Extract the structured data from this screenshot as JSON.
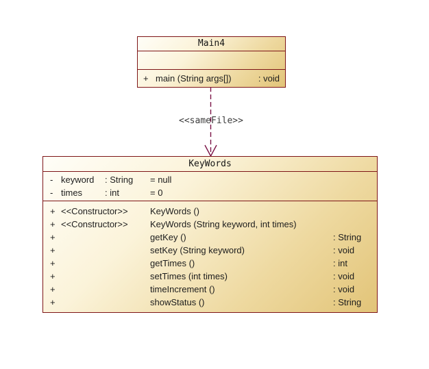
{
  "colors": {
    "box_border": "#7d1416",
    "box_fill_light": "#fffef8",
    "box_fill_dark": "#e2c478",
    "arrow": "#7a1245",
    "text": "#1c1c1c",
    "label_text": "#3c3c3c"
  },
  "classes": [
    {
      "name": "Main4",
      "attributes": [],
      "methods": [
        {
          "visibility": "+",
          "stereotype": "",
          "signature": "main (String args[])",
          "return": ": void"
        }
      ]
    },
    {
      "name": "KeyWords",
      "attributes": [
        {
          "visibility": "-",
          "name": "keyword",
          "type": ": String",
          "default": "= null"
        },
        {
          "visibility": "-",
          "name": "times",
          "type": ": int",
          "default": "= 0"
        }
      ],
      "methods": [
        {
          "visibility": "+",
          "stereotype": "<<Constructor>>",
          "signature": "KeyWords ()",
          "return": ""
        },
        {
          "visibility": "+",
          "stereotype": "<<Constructor>>",
          "signature": "KeyWords (String keyword, int times)",
          "return": ""
        },
        {
          "visibility": "+",
          "stereotype": "",
          "signature": "getKey ()",
          "return": ": String"
        },
        {
          "visibility": "+",
          "stereotype": "",
          "signature": "setKey (String keyword)",
          "return": ": void"
        },
        {
          "visibility": "+",
          "stereotype": "",
          "signature": "getTimes ()",
          "return": ": int"
        },
        {
          "visibility": "+",
          "stereotype": "",
          "signature": "setTimes (int times)",
          "return": ": void"
        },
        {
          "visibility": "+",
          "stereotype": "",
          "signature": "timeIncrement ()",
          "return": ": void"
        },
        {
          "visibility": "+",
          "stereotype": "",
          "signature": "showStatus ()",
          "return": ": String"
        }
      ]
    }
  ],
  "connector": {
    "label": "<<sameFile>>",
    "type": "dashed dependency arrow",
    "from": "Main4",
    "to": "KeyWords"
  }
}
